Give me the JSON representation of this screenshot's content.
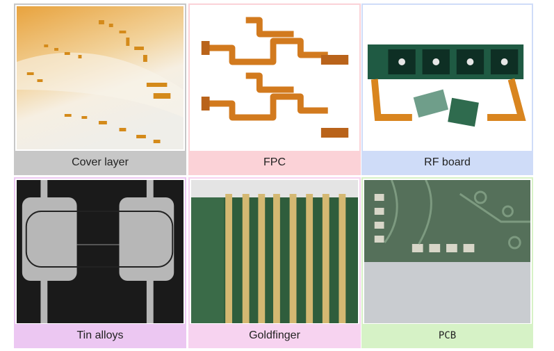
{
  "cards": [
    {
      "label": "Cover layer",
      "theme": "#c7c7c7"
    },
    {
      "label": "FPC",
      "theme": "#fbd2d7"
    },
    {
      "label": "RF board",
      "theme": "#cfdcf8"
    },
    {
      "label": "Tin alloys",
      "theme": "#ecc7f2"
    },
    {
      "label": "Goldfinger",
      "theme": "#f7d3f0"
    },
    {
      "label": "PCB",
      "theme": "#d6f2c6"
    }
  ]
}
